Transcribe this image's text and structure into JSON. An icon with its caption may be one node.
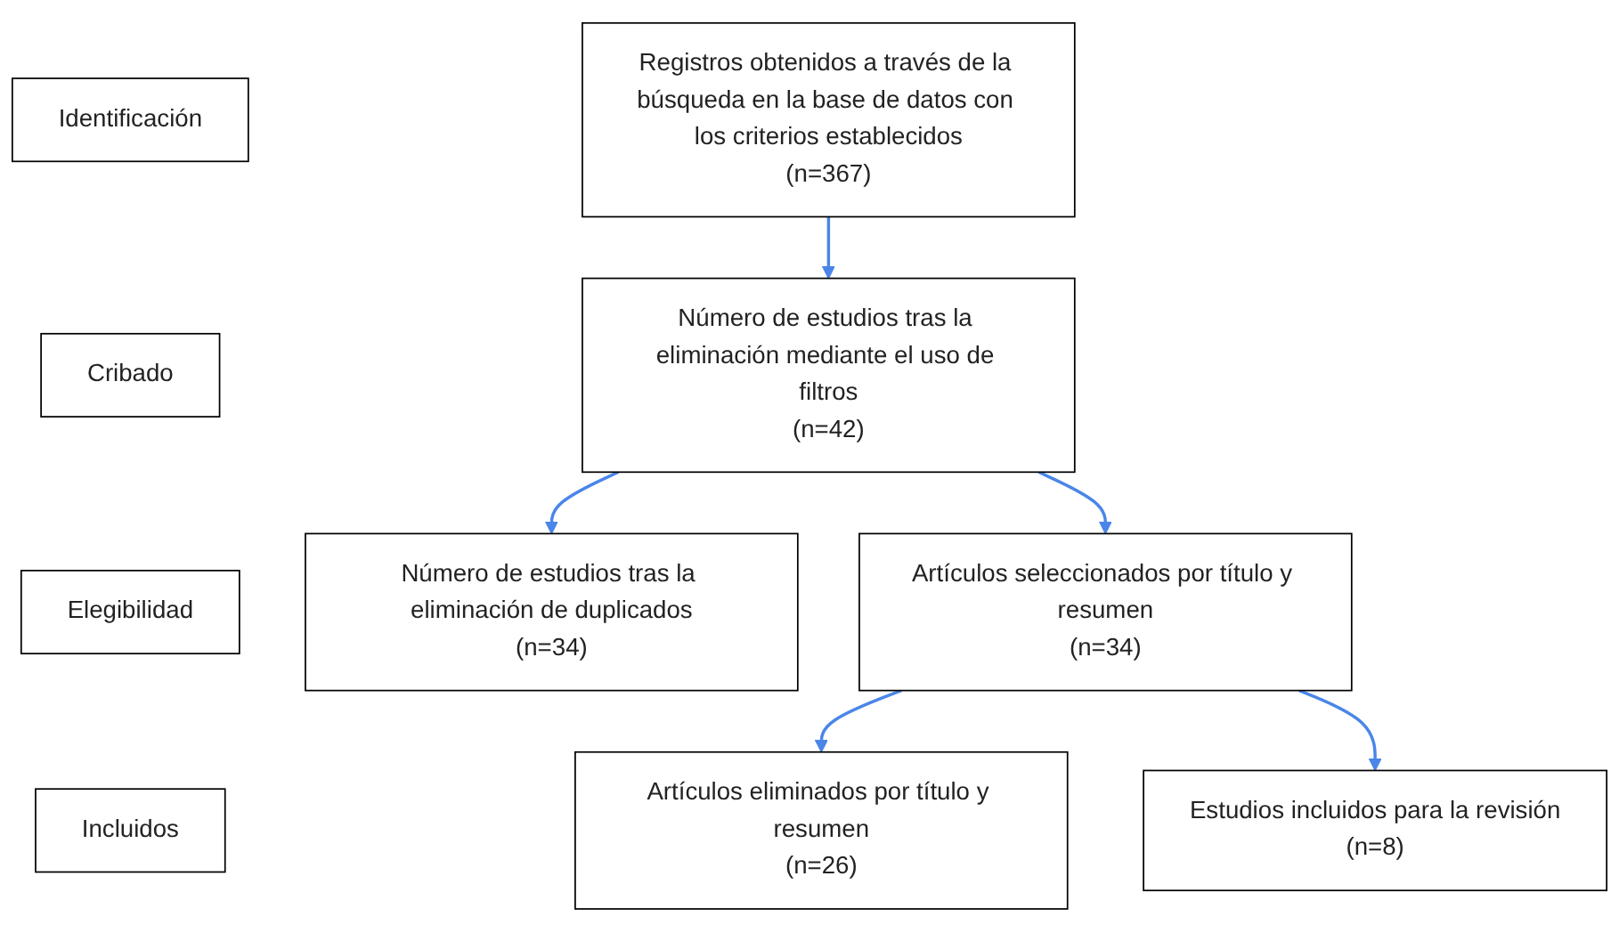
{
  "diagram": {
    "nodes": [
      {
        "text": [
          "Identificación"
        ]
      },
      {
        "text": [
          "Registros obtenidos a través de la búsqueda en la base de datos con los criterios establecidos",
          "(n=367)"
        ]
      },
      {
        "text": [
          "Cribado"
        ]
      },
      {
        "text": [
          "Número de estudios tras la eliminación mediante el uso de filtros",
          "(n=42)"
        ]
      },
      {
        "text": [
          "Número de estudios tras la eliminación de duplicados",
          "(n=34)"
        ]
      },
      {
        "text": [
          "Elegibilidad"
        ]
      },
      {
        "text": [
          "Artículos seleccionados por título y resumen",
          "(n=34)"
        ]
      },
      {
        "text": [
          "Artículos eliminados por título y resumen",
          "(n=26)"
        ]
      },
      {
        "text": [
          "Incluidos"
        ]
      },
      {
        "text": [
          "Estudios incluidos para la revisión",
          "(n=8)"
        ]
      }
    ],
    "edges": [
      {
        "from": 1,
        "to": 3,
        "arrow": "to"
      },
      {
        "from": 3,
        "to": 4,
        "arrow": "to"
      },
      {
        "from": 3,
        "to": 6,
        "arrow": "to"
      },
      {
        "from": 6,
        "to": 7,
        "arrow": "to"
      },
      {
        "from": 6,
        "to": 9,
        "arrow": "to"
      }
    ]
  }
}
